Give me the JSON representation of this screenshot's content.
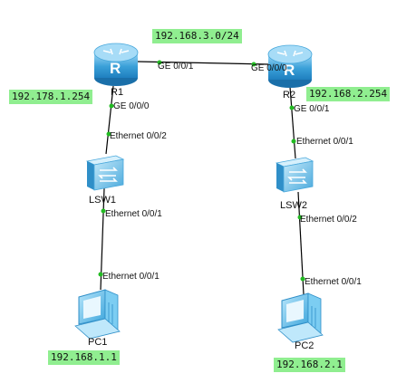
{
  "routers": {
    "r1": {
      "name": "R1",
      "port_to_r2": "GE 0/0/1",
      "port_to_lsw1": "GE 0/0/0"
    },
    "r2": {
      "name": "R2",
      "port_to_r1": "GE 0/0/0",
      "port_to_lsw2": "GE 0/0/1"
    }
  },
  "switches": {
    "lsw1": {
      "name": "LSW1",
      "port_to_r1": "Ethernet 0/0/2",
      "port_to_pc1": "Ethernet 0/0/1"
    },
    "lsw2": {
      "name": "LSW2",
      "port_to_r2": "Ethernet 0/0/1",
      "port_to_pc2": "Ethernet 0/0/2"
    }
  },
  "pcs": {
    "pc1": {
      "name": "PC1",
      "port": "Ethernet 0/0/1",
      "ip": "192.168.1.1"
    },
    "pc2": {
      "name": "PC2",
      "port": "Ethernet 0/0/1",
      "ip": "192.168.2.1"
    }
  },
  "networks": {
    "r1_r2": "192.168.3.0/24",
    "r1_lan": "192.178.1.254",
    "r2_lan": "192.168.2.254"
  },
  "colors": {
    "ip_highlight": "#90ee90",
    "link": "#000000",
    "port_dot": "#22bb22",
    "router": "#3aa0d8",
    "switch": "#62bde6",
    "pc": "#5cc0ee"
  }
}
